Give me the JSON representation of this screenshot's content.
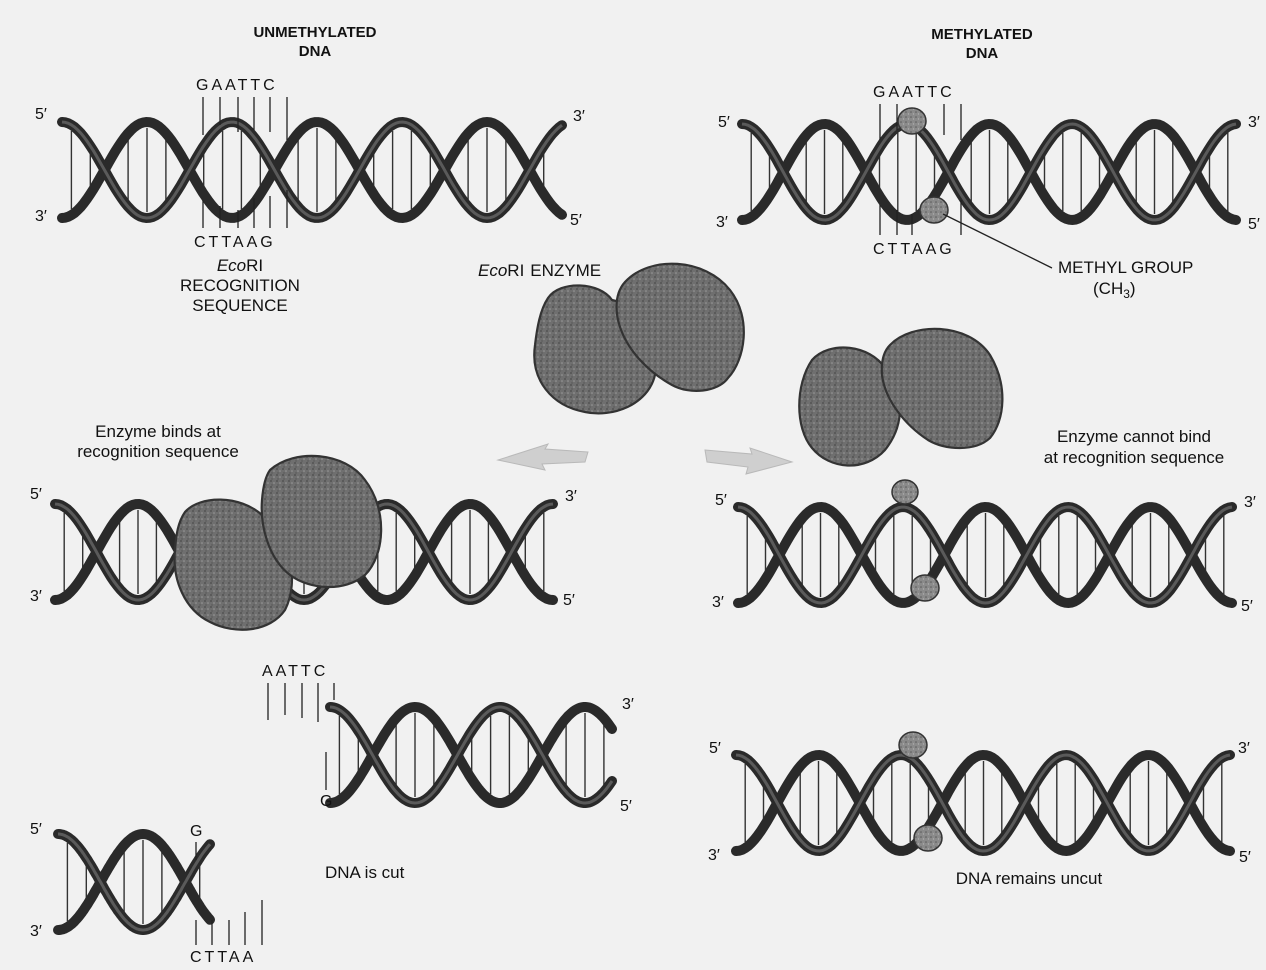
{
  "headings": {
    "left": [
      "UNMETHYLATED",
      "DNA"
    ],
    "right": [
      "METHYLATED",
      "DNA"
    ]
  },
  "sequences": {
    "top_left_upper": "GAATTC",
    "top_left_lower": "CTTAAG",
    "top_right_upper": "GAATTC",
    "top_right_lower": "CTTAAG",
    "cut_upper_overhang": "AATTC",
    "cut_upper_g": "G",
    "cut_lower_g": "G",
    "cut_lower_overhang": "CTTAA"
  },
  "labels": {
    "recognition": [
      "RECOGNITION",
      "SEQUENCE"
    ],
    "ecori_italic": "Eco",
    "ecori_rest": "RI",
    "enzyme_word": "ENZYME",
    "methyl_group": "METHYL GROUP",
    "methyl_formula_base": "(CH",
    "methyl_formula_sub": "3",
    "methyl_formula_close": ")",
    "binds": [
      "Enzyme binds at",
      "recognition sequence"
    ],
    "cannot_bind": [
      "Enzyme cannot bind",
      "at recognition sequence"
    ],
    "dna_cut": "DNA is cut",
    "dna_uncut": "DNA remains uncut"
  },
  "ends": {
    "five_prime": "5′",
    "three_prime": "3′"
  },
  "colors": {
    "ink": "#111111",
    "strand": "#2a2a2a",
    "enzyme": "#6e6e6e",
    "arrow": "#cfcfcf",
    "paper": "#f1f1f1"
  }
}
